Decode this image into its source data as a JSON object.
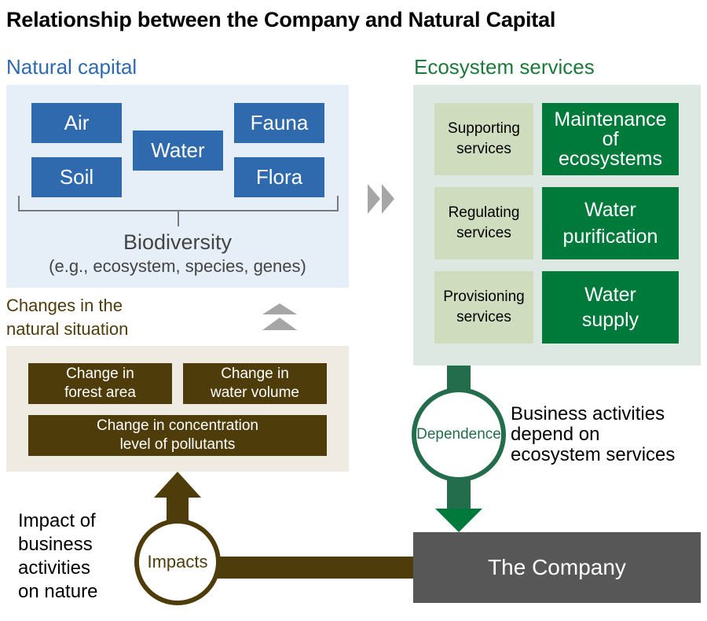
{
  "title": "Relationship between the Company and Natural Capital",
  "natural_capital": {
    "heading": "Natural capital",
    "items": [
      "Air",
      "Water",
      "Fauna",
      "Soil",
      "Flora"
    ],
    "biodiversity": "Biodiversity",
    "biodiversity_examples": "(e.g., ecosystem, species, genes)"
  },
  "ecosystem_services": {
    "heading": "Ecosystem services",
    "rows": [
      {
        "service": "Supporting\nservices",
        "example": "Maintenance\nof\necosystems"
      },
      {
        "service": "Regulating\nservices",
        "example": "Water\npurification"
      },
      {
        "service": "Provisioning\nservices",
        "example": "Water\nsupply"
      }
    ]
  },
  "changes": {
    "heading": "Changes in the\nnatural situation",
    "items": [
      "Change in\nforest area",
      "Change in\nwater volume",
      "Change in concentration\nlevel of pollutants"
    ]
  },
  "dependence": {
    "label": "Dependence",
    "description": "Business activities\ndepend on\necosystem services"
  },
  "impacts": {
    "label": "Impacts",
    "description": "Impact of\nbusiness\nactivities\non nature"
  },
  "company": "The Company",
  "colors": {
    "natural_blue": "#2e6aad",
    "eco_green": "#007a3a",
    "impact_brown": "#4e3d0a",
    "company_gray": "#575757"
  }
}
